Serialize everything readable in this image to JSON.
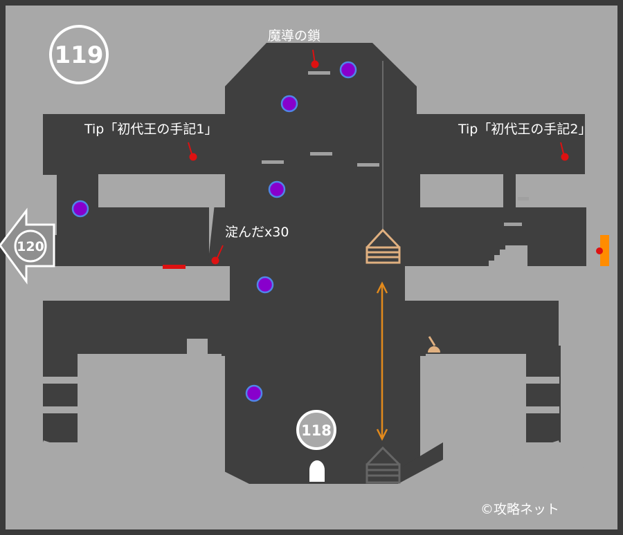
{
  "map": {
    "current_room": "119",
    "exit_left_room": "120",
    "exit_bottom_room": "118",
    "copyright": "©攻略ネット"
  },
  "items": {
    "chain": "魔導の鎖",
    "tip1": "Tip「初代王の手記1」",
    "tip2": "Tip「初代王の手記2」",
    "stagnant": "淀んだx30"
  },
  "legend_colors": {
    "item_marker": "#dd1111",
    "enemy_marker": "#8800cc",
    "enemy_ring": "#4f86e8",
    "elevator": "#e38a1c",
    "crate": "#e0b080",
    "floor": "#3f3f3f",
    "wall": "#a8a8a8"
  },
  "icons": [
    "enemy-icon",
    "item-marker-icon",
    "elevator-arrow-icon",
    "lever-icon",
    "crate-icon",
    "door-icon"
  ]
}
